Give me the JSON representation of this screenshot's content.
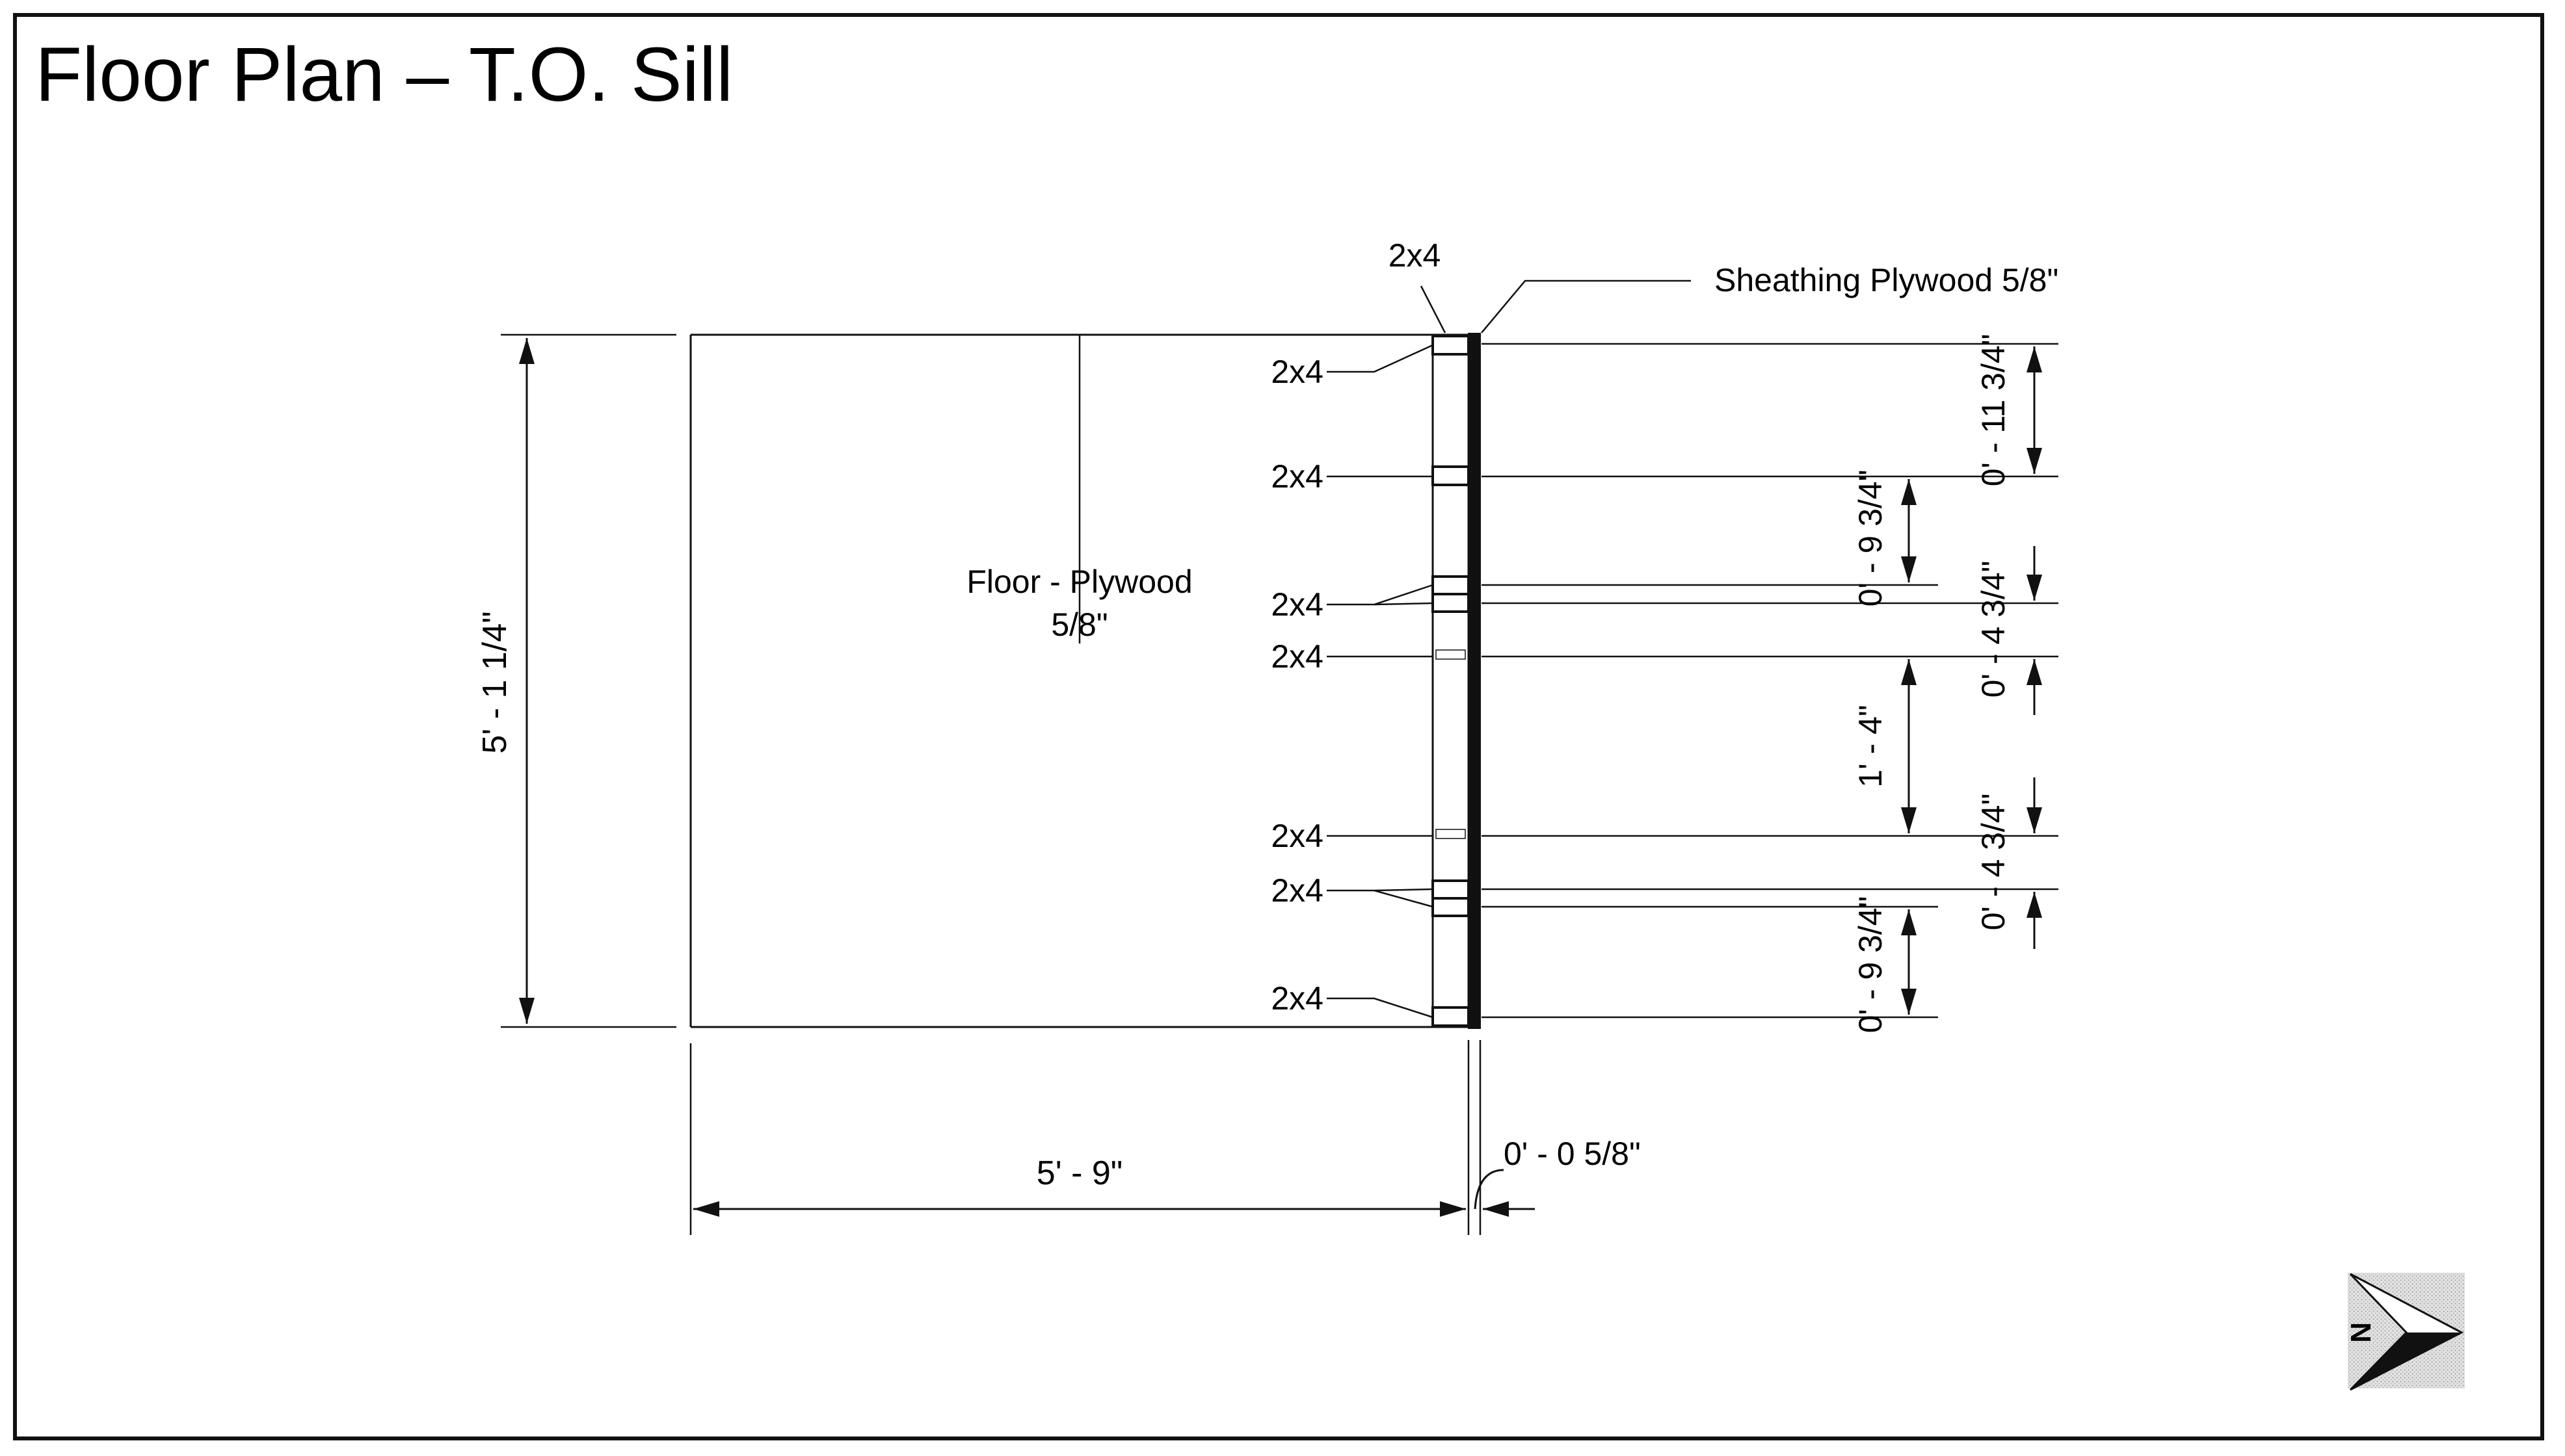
{
  "title": "Floor Plan – T.O. Sill",
  "labels": {
    "stud_top": "2x4",
    "sheathing": "Sheathing Plywood 5/8\"",
    "floor_line1": "Floor - Plywood",
    "floor_line2": "5/8\"",
    "members": [
      "2x4",
      "2x4",
      "2x4",
      "2x4",
      "2x4",
      "2x4",
      "2x4"
    ]
  },
  "dimensions": {
    "overall_height": "5' - 1 1/4\"",
    "overall_width": "5' - 9\"",
    "sheathing_thickness": "0' - 0 5/8\"",
    "outer": [
      "0' - 11 3/4\"",
      "0' - 4 3/4\"",
      "0' - 4 3/4\""
    ],
    "inner": [
      "0' - 9 3/4\"",
      "1' - 4\"",
      "0' - 9 3/4\""
    ]
  },
  "icons": {
    "north_arrow": "north-arrow-icon",
    "north_letter": "N"
  },
  "colors": {
    "line": "#111111",
    "background": "#ffffff"
  }
}
